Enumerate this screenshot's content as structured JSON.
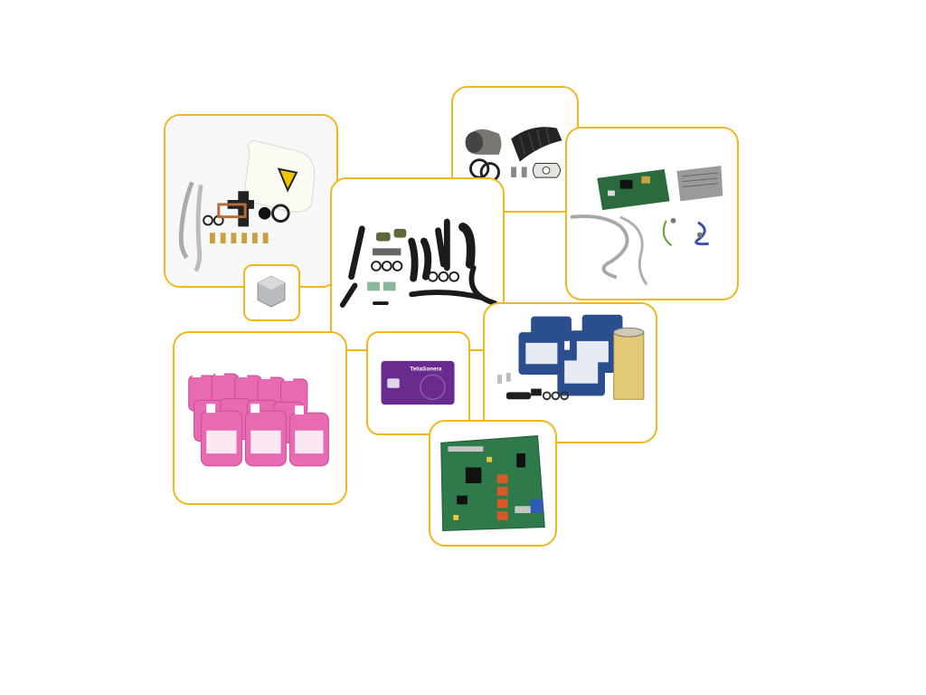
{
  "page": {
    "background": "#ffffff",
    "accent_border": "#f0b81c"
  },
  "tiles": [
    {
      "name": "coolant-tank-kit",
      "icon": "expansion-tank-icon"
    },
    {
      "name": "filter-cap",
      "icon": "hex-cap-icon"
    },
    {
      "name": "exhaust-kit",
      "icon": "exhaust-pipe-icon"
    },
    {
      "name": "control-board-kit",
      "icon": "circuit-board-icon"
    },
    {
      "name": "hose-kit",
      "icon": "hose-icon"
    },
    {
      "name": "antifreeze-bottles",
      "icon": "canister-icon"
    },
    {
      "name": "sim-card",
      "icon": "sim-card-icon",
      "label": "TeliaSonera"
    },
    {
      "name": "oil-service-kit",
      "icon": "oil-canister-icon"
    },
    {
      "name": "main-pcb",
      "icon": "pcb-icon"
    }
  ]
}
